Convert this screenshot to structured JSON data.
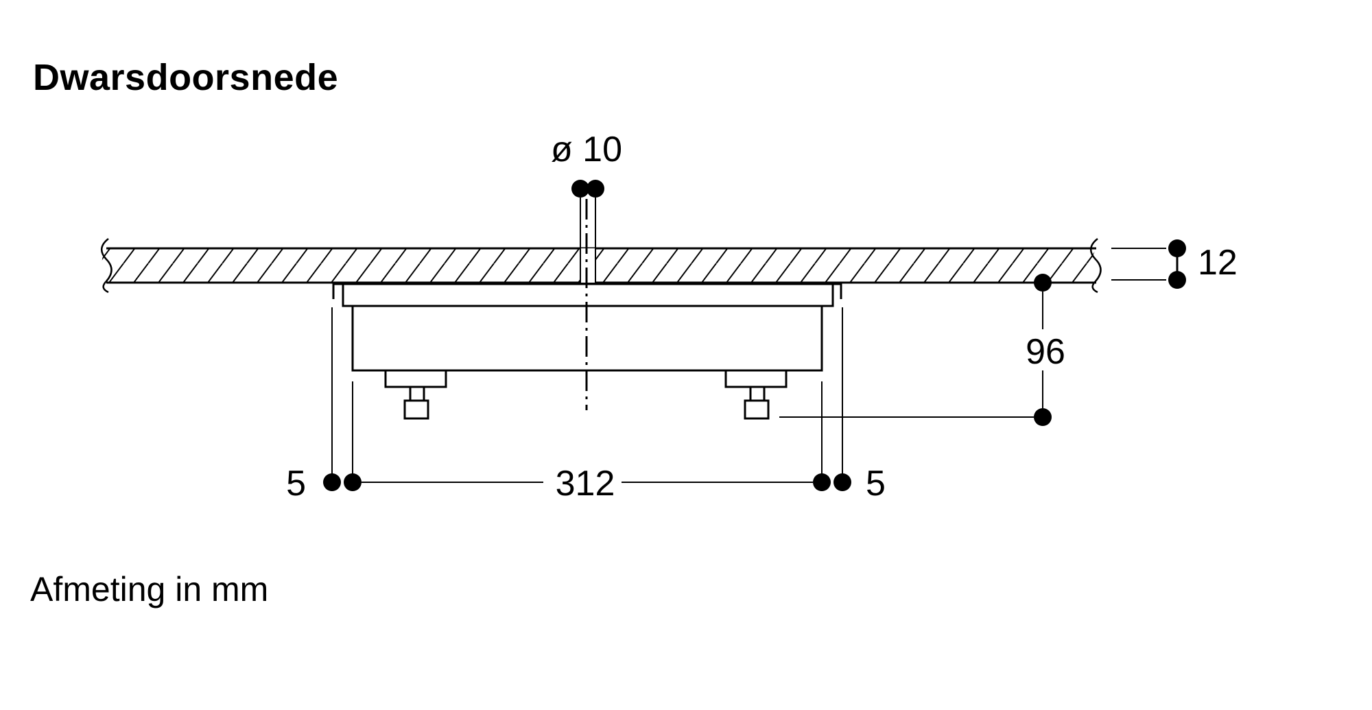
{
  "title": "Dwarsdoorsnede",
  "caption": "Afmeting in mm",
  "dimensions": {
    "hole_diameter": "ø 10",
    "worktop_thickness": "12",
    "height": "96",
    "width": "312",
    "edge_left": "5",
    "edge_right": "5"
  },
  "colors": {
    "line": "#000000",
    "background": "#ffffff"
  }
}
